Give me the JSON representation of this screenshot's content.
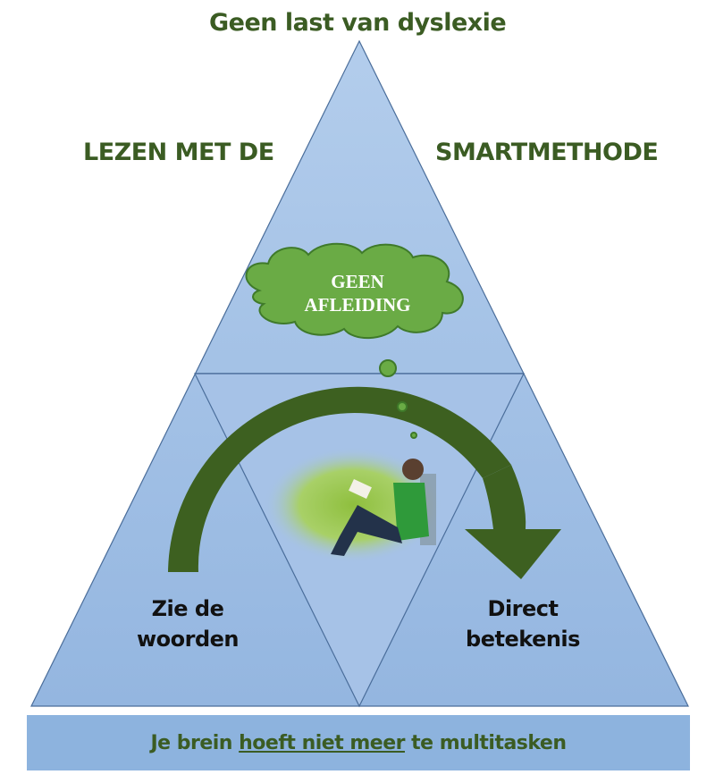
{
  "title": "Geen last van dyslexie",
  "left_heading": "LEZEN MET DE",
  "right_heading": "SMARTMETHODE",
  "cloud": {
    "line1": "GEEN",
    "line2": "AFLEIDING"
  },
  "left_label": {
    "line1": "Zie de",
    "line2": "woorden"
  },
  "right_label": {
    "line1": "Direct",
    "line2": "betekenis"
  },
  "bottom_bar": {
    "before": "Je brein",
    "underlined": "hoeft niet meer",
    "after": "te multitasken"
  },
  "colors": {
    "text_green": "#3b5c23",
    "arrow": "#3d6020",
    "triangle": "#a9c4e6",
    "cloud": "#6aab45",
    "bar": "#8db3de"
  }
}
